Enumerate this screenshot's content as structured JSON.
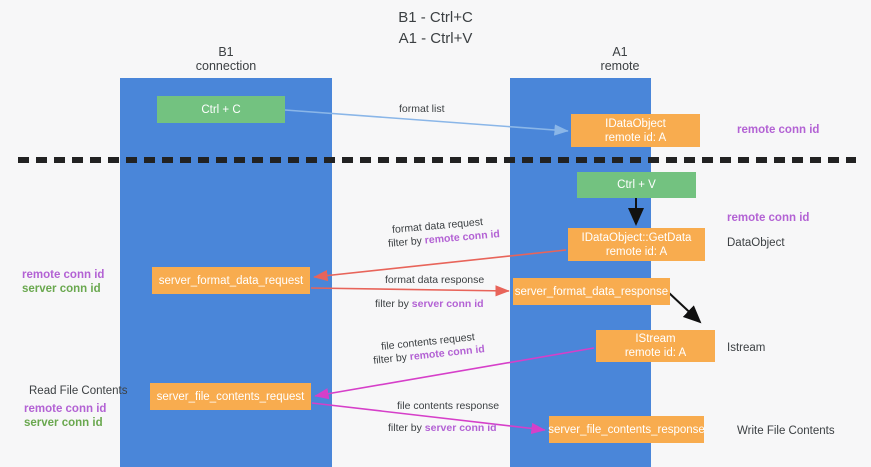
{
  "title": {
    "line1": "B1 - Ctrl+C",
    "line2": "A1 - Ctrl+V"
  },
  "lanes": [
    {
      "name": "B1",
      "sublabel": "connection",
      "color": "#4a86d9"
    },
    {
      "name": "A1",
      "sublabel": "remote",
      "color": "#4a86d9"
    }
  ],
  "nodes": {
    "ctrl_c": {
      "line1": "Ctrl + C",
      "color": "#73c280"
    },
    "idataobject": {
      "line1": "IDataObject",
      "line2": "remote id: A",
      "color": "#f8ac4f"
    },
    "ctrl_v": {
      "line1": "Ctrl + V",
      "color": "#73c280"
    },
    "getdata": {
      "line1": "IDataObject::GetData",
      "line2": "remote id: A",
      "color": "#f8ac4f"
    },
    "server_format_data_request": {
      "line1": "server_format_data_request",
      "color": "#f8ac4f"
    },
    "server_format_data_response": {
      "line1": "server_format_data_response",
      "color": "#f8ac4f"
    },
    "istream": {
      "line1": "IStream",
      "line2": "remote id: A",
      "color": "#f8ac4f"
    },
    "server_file_contents_request": {
      "line1": "server_file_contents_request",
      "color": "#f8ac4f"
    },
    "server_file_contents_response": {
      "line1": "server_file_contents_response",
      "color": "#f8ac4f"
    }
  },
  "edges": {
    "format_list": "format list",
    "format_data_request": "format data request",
    "format_data_request_filter_prefix": "filter by ",
    "format_data_request_filter_key": "remote conn id",
    "format_data_response": "format data response",
    "format_data_response_filter_prefix": "filter by ",
    "format_data_response_filter_key": "server conn id",
    "file_contents_request": "file contents request",
    "file_contents_request_filter_prefix": "filter by ",
    "file_contents_request_filter_key": "remote conn id",
    "file_contents_response": "file contents response",
    "file_contents_response_filter_prefix": "filter by ",
    "file_contents_response_filter_key": "server conn id"
  },
  "annotations": {
    "remote_conn_id_top": "remote conn id",
    "remote_conn_id_mid": "remote conn id",
    "dataobject": "DataObject",
    "istream": "Istream",
    "write_file_contents": "Write File Contents",
    "read_file_contents": "Read File Contents",
    "left_remote_conn_id_mid": "remote conn id",
    "left_server_conn_id_mid": "server conn id",
    "left_remote_conn_id_bottom": "remote conn id",
    "left_server_conn_id_bottom": "server conn id"
  },
  "colors": {
    "lane": "#4a86d9",
    "green_node": "#73c280",
    "orange_node": "#f8ac4f",
    "purple_text": "#b362d4",
    "green_text": "#6aa84f",
    "red_arrow": "#e8645a",
    "magenta_arrow": "#d63fc9",
    "blue_arrow": "#8ab6e8",
    "black_arrow": "#000000"
  }
}
